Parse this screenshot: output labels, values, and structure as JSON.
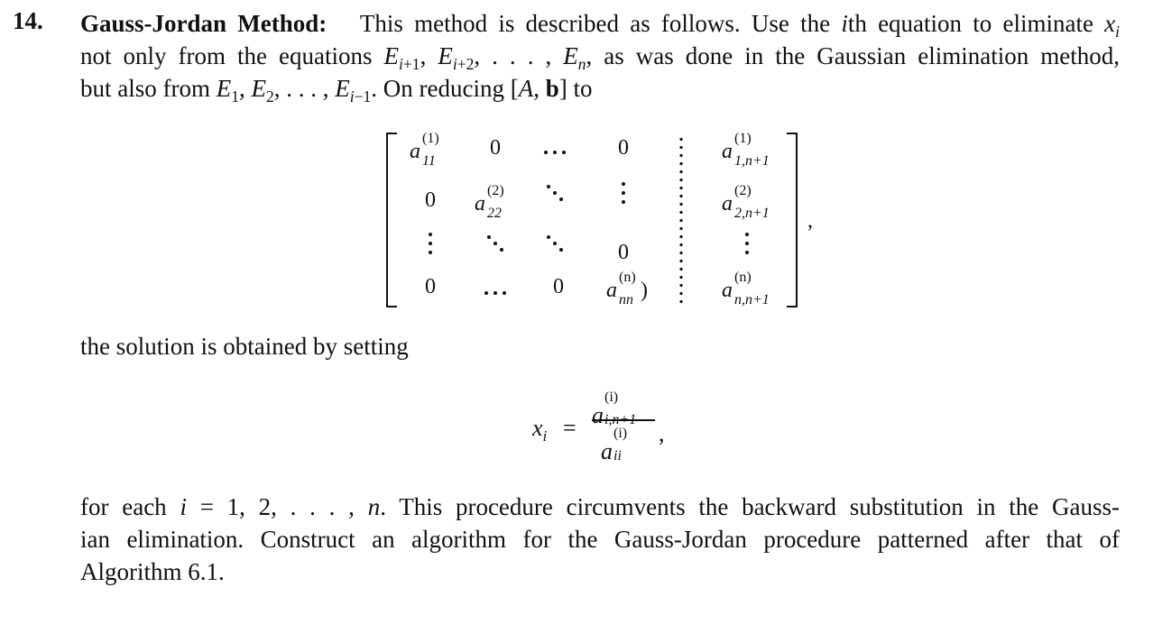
{
  "problem": {
    "number": "14.",
    "title": "Gauss-Jordan Method:",
    "line1_text": "This method is described as follows. Use the ",
    "line1_i": "i",
    "line1_mid": "th equation to eliminate ",
    "line1_x": "x",
    "line1_xsub": "i",
    "line2_start": "not only from the equations ",
    "line2_seq": "E",
    "line2_end": ", as was done in the Gaussian elimination method,",
    "line3_start": "but also from ",
    "line3_end": ". On reducing [",
    "line3_A": "A",
    "line3_b": "b",
    "line3_tail": "] to"
  },
  "matrix": {
    "r1": {
      "c1": "(1)",
      "c1sub": "11",
      "c2": "0",
      "c4": "0",
      "c6sup": "(1)",
      "c6sub": "1,n+1"
    },
    "r2": {
      "c1": "0",
      "c2sup": "(2)",
      "c2sub": "22",
      "c6sup": "(2)",
      "c6sub": "2,n+1"
    },
    "r3": {
      "c4": "0"
    },
    "r4": {
      "c1": "0",
      "c3": "0",
      "c4sup": "(n)",
      "c4sub": "nn",
      "c4paren": ")",
      "c6sup": "(n)",
      "c6sub": "n,n+1"
    },
    "trailing_comma": ","
  },
  "text2": "the solution is obtained by setting",
  "formula": {
    "lhs": "x",
    "lhs_sub": "i",
    "eq": "=",
    "num_sup": "(i)",
    "num_sub": "i,n+1",
    "den_sup": "(i)",
    "den_sub": "ii",
    "comma": ","
  },
  "text3": {
    "line1_pre": "for each ",
    "line1_i": "i",
    "line1_eq": " = 1, 2, . . . , ",
    "line1_n": "n",
    "line1_post": ". This procedure circumvents the backward substitution in the Gauss-",
    "line2": "ian elimination. Construct an algorithm for the Gauss-Jordan procedure patterned after that of",
    "line3": "Algorithm 6.1."
  }
}
